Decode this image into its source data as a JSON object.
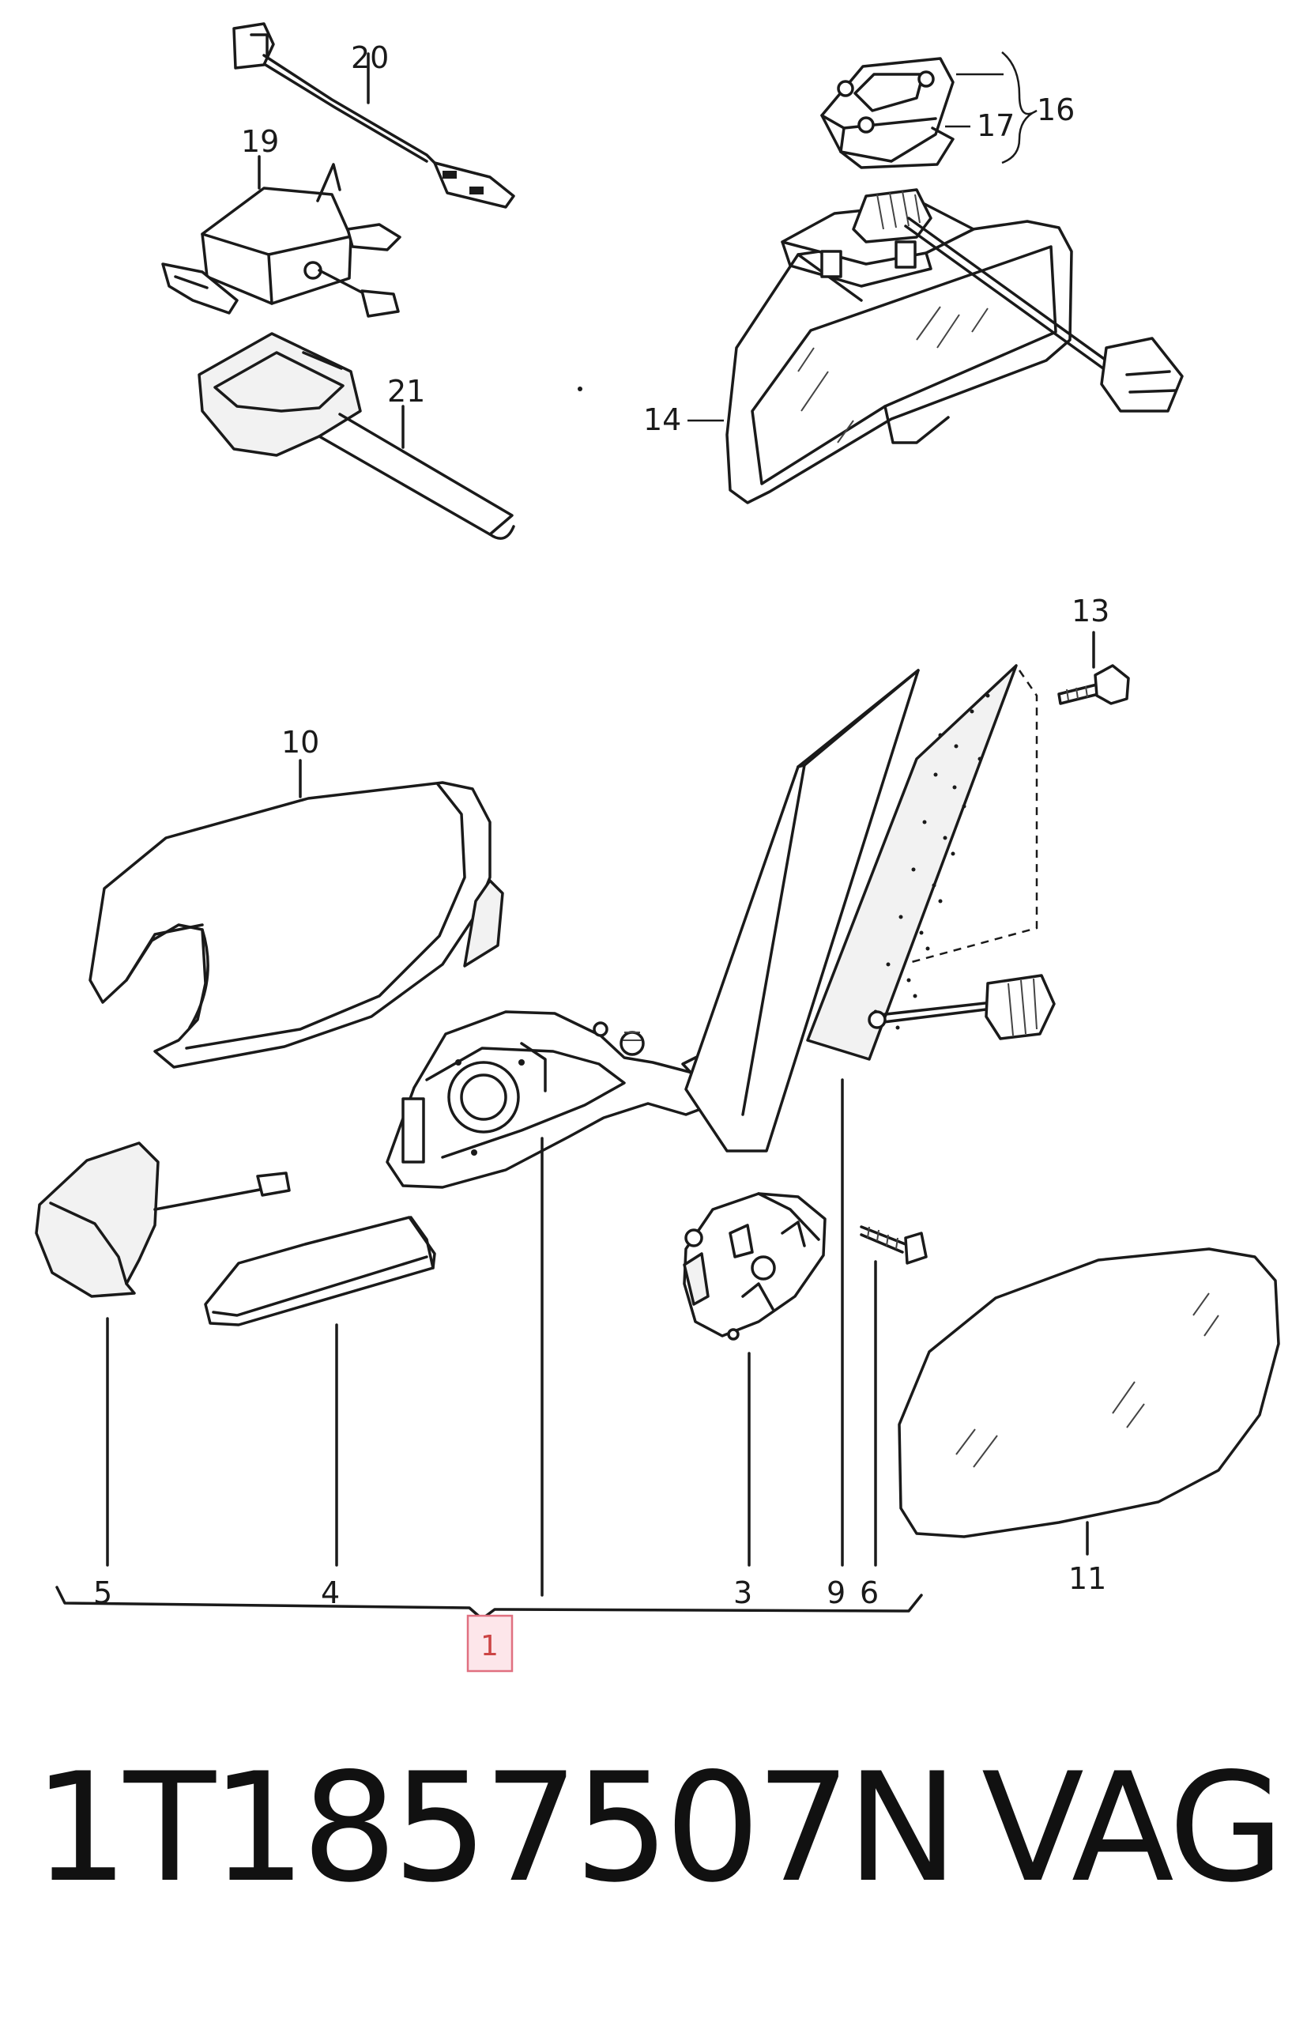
{
  "callouts": {
    "c1": "1",
    "c3": "3",
    "c4": "4",
    "c5": "5",
    "c6": "6",
    "c9": "9",
    "c10": "10",
    "c11": "11",
    "c13": "13",
    "c14": "14",
    "c16": "16",
    "c17": "17",
    "c19": "19",
    "c20": "20",
    "c21": "21"
  },
  "footer": {
    "part_number": "1T1857507N",
    "brand": "VAG"
  },
  "colors": {
    "ink": "#1a1a1a",
    "highlight_fill": "#fde6ea",
    "highlight_stroke": "#e07080"
  }
}
